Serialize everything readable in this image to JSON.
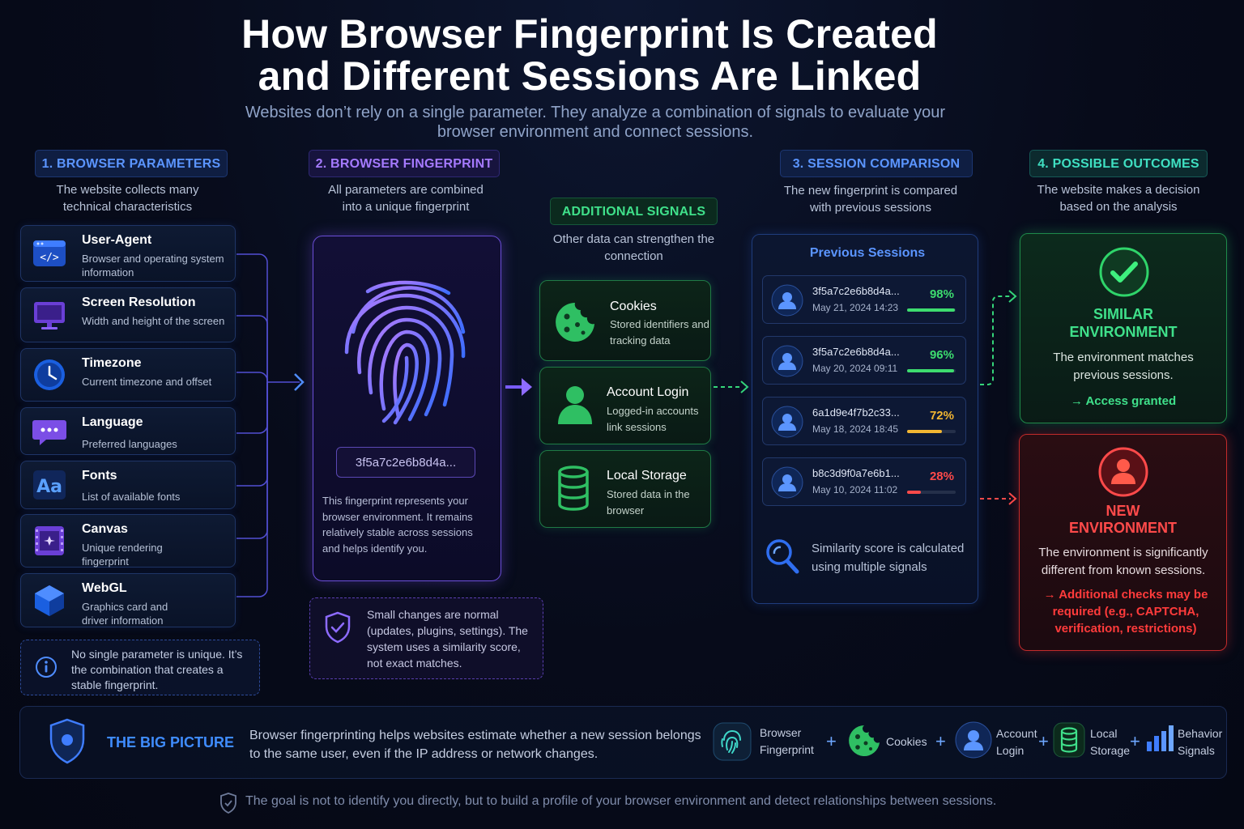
{
  "title_line1": "How Browser Fingerprint Is Created",
  "title_line2": "and Different Sessions Are Linked",
  "subtitle": "Websites don’t rely on a single parameter. They analyze a combination of signals to evaluate your browser environment and connect sessions.",
  "columns": {
    "params": {
      "heading": "1. BROWSER PARAMETERS",
      "desc": "The website collects many technical characteristics",
      "color": "#4f8dff"
    },
    "fingerprint": {
      "heading": "2. BROWSER FINGERPRINT",
      "desc": "All parameters are combined into a unique fingerprint",
      "color": "#9a6bff"
    },
    "signals": {
      "heading": "ADDITIONAL SIGNALS",
      "desc": "Other data can strengthen the connection",
      "color": "#35d67a"
    },
    "sessions": {
      "heading": "3. SESSION COMPARISON",
      "desc": "The new fingerprint is compared with previous sessions",
      "color": "#4f8dff"
    },
    "outcomes": {
      "heading": "4. POSSIBLE OUTCOMES",
      "desc": "The website makes a decision based on the analysis",
      "color": "#35d6b5"
    }
  },
  "params": [
    {
      "title": "User-Agent",
      "desc": "Browser and operating system information",
      "icon": "code-window-icon"
    },
    {
      "title": "Screen Resolution",
      "desc": "Width and height of the screen",
      "icon": "monitor-icon"
    },
    {
      "title": "Timezone",
      "desc": "Current timezone and offset",
      "icon": "clock-icon"
    },
    {
      "title": "Language",
      "desc": "Preferred languages",
      "icon": "chat-bubble-icon"
    },
    {
      "title": "Fonts",
      "desc": "List of available fonts",
      "icon": "font-aa-icon"
    },
    {
      "title": "Canvas",
      "desc": "Unique rendering fingerprint",
      "icon": "canvas-film-icon"
    },
    {
      "title": "WebGL",
      "desc": "Graphics card and driver information",
      "icon": "cube-icon"
    }
  ],
  "params_note": "No single parameter is unique. It’s the combination that creates a stable fingerprint.",
  "fingerprint": {
    "hash": "3f5a7c2e6b8d4a...",
    "desc": "This fingerprint represents your browser environment. It remains relatively stable across sessions and helps identify you."
  },
  "fingerprint_note": "Small changes are normal (updates, plugins, settings). The system uses a similarity score, not exact matches.",
  "signals": [
    {
      "title": "Cookies",
      "desc": "Stored identifiers and tracking data",
      "icon": "cookie-icon"
    },
    {
      "title": "Account Login",
      "desc": "Logged-in accounts link sessions",
      "icon": "user-icon"
    },
    {
      "title": "Local Storage",
      "desc": "Stored data in the browser",
      "icon": "database-icon"
    }
  ],
  "sessions": {
    "heading": "Previous Sessions",
    "items": [
      {
        "hash": "3f5a7c2e6b8d4a...",
        "date": "May 21, 2024 14:23",
        "score": "98%",
        "fraction": 0.98,
        "color": "#3ddc6f"
      },
      {
        "hash": "3f5a7c2e6b8d4a...",
        "date": "May 20, 2024 09:11",
        "score": "96%",
        "fraction": 0.96,
        "color": "#3ddc6f"
      },
      {
        "hash": "6a1d9e4f7b2c33...",
        "date": "May 18, 2024 18:45",
        "score": "72%",
        "fraction": 0.72,
        "color": "#f2b632"
      },
      {
        "hash": "b8c3d9f0a7e6b1...",
        "date": "May 10, 2024 11:02",
        "score": "28%",
        "fraction": 0.28,
        "color": "#ff4a4a"
      }
    ],
    "note": "Similarity score is calculated using multiple signals"
  },
  "outcomes": {
    "similar": {
      "title_line1": "SIMILAR",
      "title_line2": "ENVIRONMENT",
      "desc": "The environment matches previous sessions.",
      "result": "→ Access granted"
    },
    "new": {
      "title_line1": "NEW",
      "title_line2": "ENVIRONMENT",
      "desc": "The environment is significantly different from known sessions.",
      "result": "→ Additional checks may be required (e.g., CAPTCHA, verification, restrictions)"
    }
  },
  "big_picture": {
    "label": "THE BIG PICTURE",
    "text": "Browser fingerprinting helps websites estimate whether a new session belongs to the same user, even if the IP address or network changes.",
    "items": [
      {
        "l1": "Browser",
        "l2": "Fingerprint"
      },
      {
        "l1": "Cookies",
        "l2": ""
      },
      {
        "l1": "Account",
        "l2": "Login"
      },
      {
        "l1": "Local",
        "l2": "Storage"
      },
      {
        "l1": "Behavior",
        "l2": "Signals"
      }
    ],
    "plus": "+"
  },
  "footer": "The goal is not to identify you directly, but to build a profile of your browser environment and detect relationships between sessions."
}
